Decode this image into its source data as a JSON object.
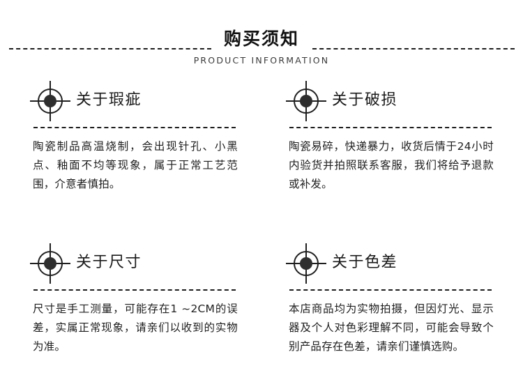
{
  "header": {
    "title": "购买须知",
    "subtitle": "PRODUCT INFORMATION"
  },
  "cards": [
    {
      "icon": "crosshair-target-icon",
      "title": "关于瑕疵",
      "body": "陶瓷制品高温烧制，会出现针孔、小黑点、釉面不均等现象，属于正常工艺范围，介意者慎拍。"
    },
    {
      "icon": "crosshair-target-icon",
      "title": "关于破损",
      "body": "陶瓷易碎，快递暴力，收货后情于24小时内验货并拍照联系客服，我们将给予退款或补发。"
    },
    {
      "icon": "crosshair-target-icon",
      "title": "关于尺寸",
      "body": "尺寸是手工测量，可能存在1 ~2CM的误差，实属正常现象，请亲们以收到的实物为准。"
    },
    {
      "icon": "crosshair-target-icon",
      "title": "关于色差",
      "body": "本店商品均为实物拍摄，但因灯光、显示器及个人对色彩理解不同，可能会导致个别产品存在色差，请亲们谨慎选购。"
    }
  ],
  "colors": {
    "background": "#ffffff",
    "text": "#1a1a1a",
    "rule": "#1c1c1c",
    "icon": "#1f1f1f"
  }
}
